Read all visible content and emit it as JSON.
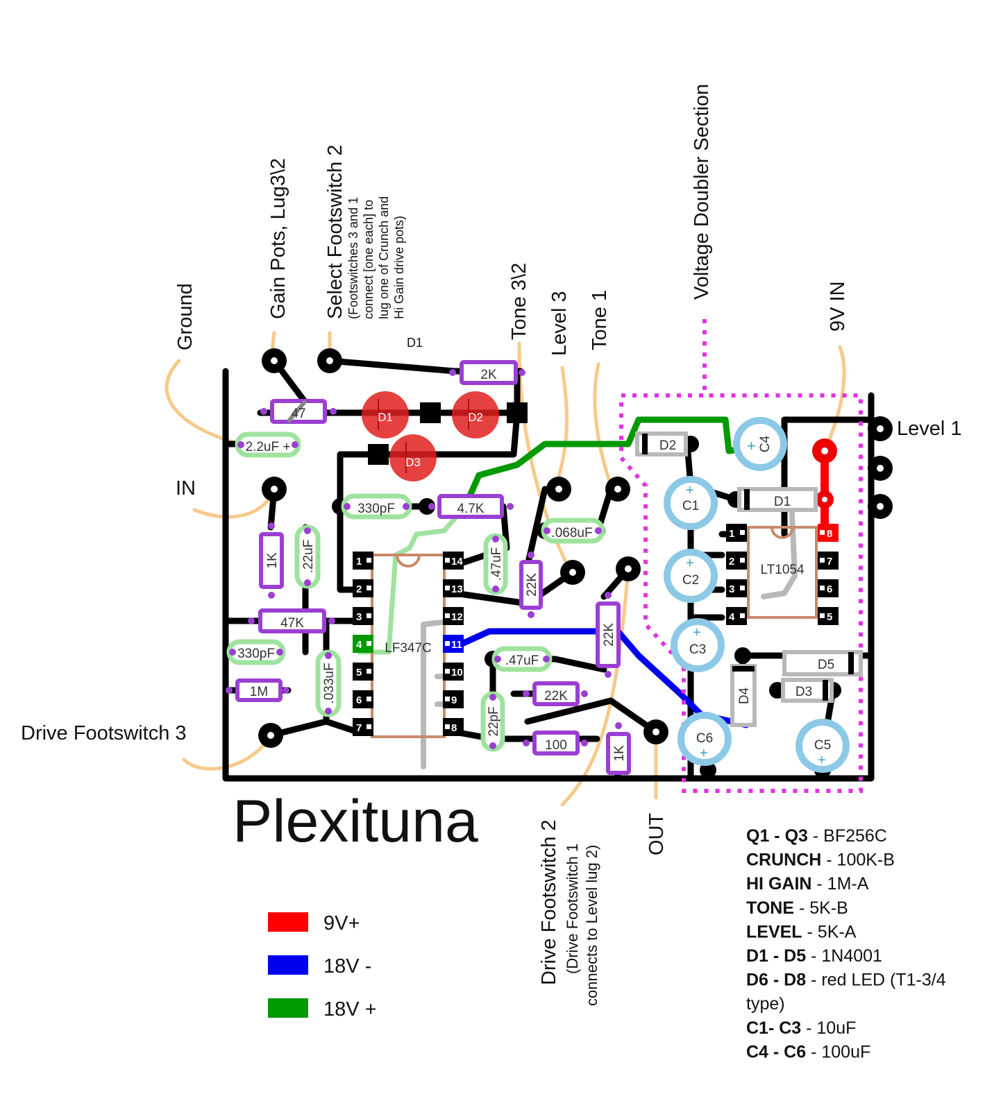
{
  "title": "Plexituna",
  "colors": {
    "v9_plus": "#ff0000",
    "v18_minus": "#0000ee",
    "v18_plus": "#009900",
    "magenta": "#e233e2",
    "wire": "#f7c98a",
    "resistor": "#9b3fd3",
    "cap_film": "#9ee29e",
    "cap_elec": "#8cc9e6",
    "led": "#e02020",
    "ic": "#c9896a"
  },
  "labels": {
    "ground": "Ground",
    "gain_pots": "Gain Pots, Lug3\\2",
    "select_fs2": "Select Footswitch 2",
    "select_note": [
      "(Footswitches 3 and 1",
      "connect [one each] to",
      "lug one of Crunch and",
      "Hi Gain drive pots)"
    ],
    "d1_top": "D1",
    "tone32": "Tone 3\\2",
    "level3": "Level 3",
    "tone1": "Tone 1",
    "voltage_doubler": "Voltage Doubler Section",
    "v9_in": "9V IN",
    "level1": "Level 1",
    "in": "IN",
    "drive_fs3": "Drive Footswitch 3",
    "drive_fs2": "Drive Footswitch 2",
    "drive_fs2_note": [
      "(Drive Footswitch 1",
      "connects to Level lug 2)"
    ],
    "out": "OUT"
  },
  "components": {
    "r2k": "2K",
    "r47": "47",
    "c22u": "2.2uF +",
    "c330a": "330pF",
    "r47k2": "4.7K",
    "c068": ".068uF",
    "r1k_a": "1K",
    "c22u_v": ".22uF",
    "r47k": "47K",
    "c330b": "330pF",
    "r1m": "1M",
    "c033": ".033uF",
    "c47u_a": ".47uF",
    "r22k_a": "22K",
    "r22k_b": "22K",
    "c47u_b": ".47uF",
    "r22k_c": "22K",
    "c22p": "22pF",
    "r100": "100",
    "r1k_b": "1K",
    "led1": "D1",
    "led2": "D2",
    "led3": "D3",
    "ic1": "LF347C",
    "ic2": "LT1054",
    "d2": "D2",
    "d1": "D1",
    "d5": "D5",
    "d4": "D4",
    "d3": "D3",
    "c4": "C4",
    "c1": "C1",
    "c2": "C2",
    "c3": "C3",
    "c6": "C6",
    "c5": "C5"
  },
  "ic1_pins": [
    "1",
    "2",
    "3",
    "4",
    "5",
    "6",
    "7",
    "14",
    "13",
    "12",
    "11",
    "10",
    "9",
    "8"
  ],
  "ic2_pins": [
    "1",
    "2",
    "3",
    "4",
    "8",
    "7",
    "6",
    "5"
  ],
  "legend": [
    {
      "label": "9V+",
      "color": "#ff0000"
    },
    {
      "label": "18V -",
      "color": "#0000ee"
    },
    {
      "label": "18V +",
      "color": "#009900"
    }
  ],
  "parts_list": [
    {
      "name": "Q1 - Q3",
      "value": " - BF256C"
    },
    {
      "name": "CRUNCH",
      "value": " - 100K-B"
    },
    {
      "name": "HI GAIN",
      "value": " - 1M-A"
    },
    {
      "name": "TONE",
      "value": " - 5K-B"
    },
    {
      "name": "LEVEL",
      "value": " - 5K-A"
    },
    {
      "name": "D1 - D5",
      "value": " - 1N4001"
    },
    {
      "name": "D6 - D8",
      "value": " - red LED (T1-3/4"
    },
    {
      "name": "",
      "value": "type)"
    },
    {
      "name": "C1- C3",
      "value": " - 10uF"
    },
    {
      "name": "C4 - C6",
      "value": " - 100uF"
    }
  ]
}
